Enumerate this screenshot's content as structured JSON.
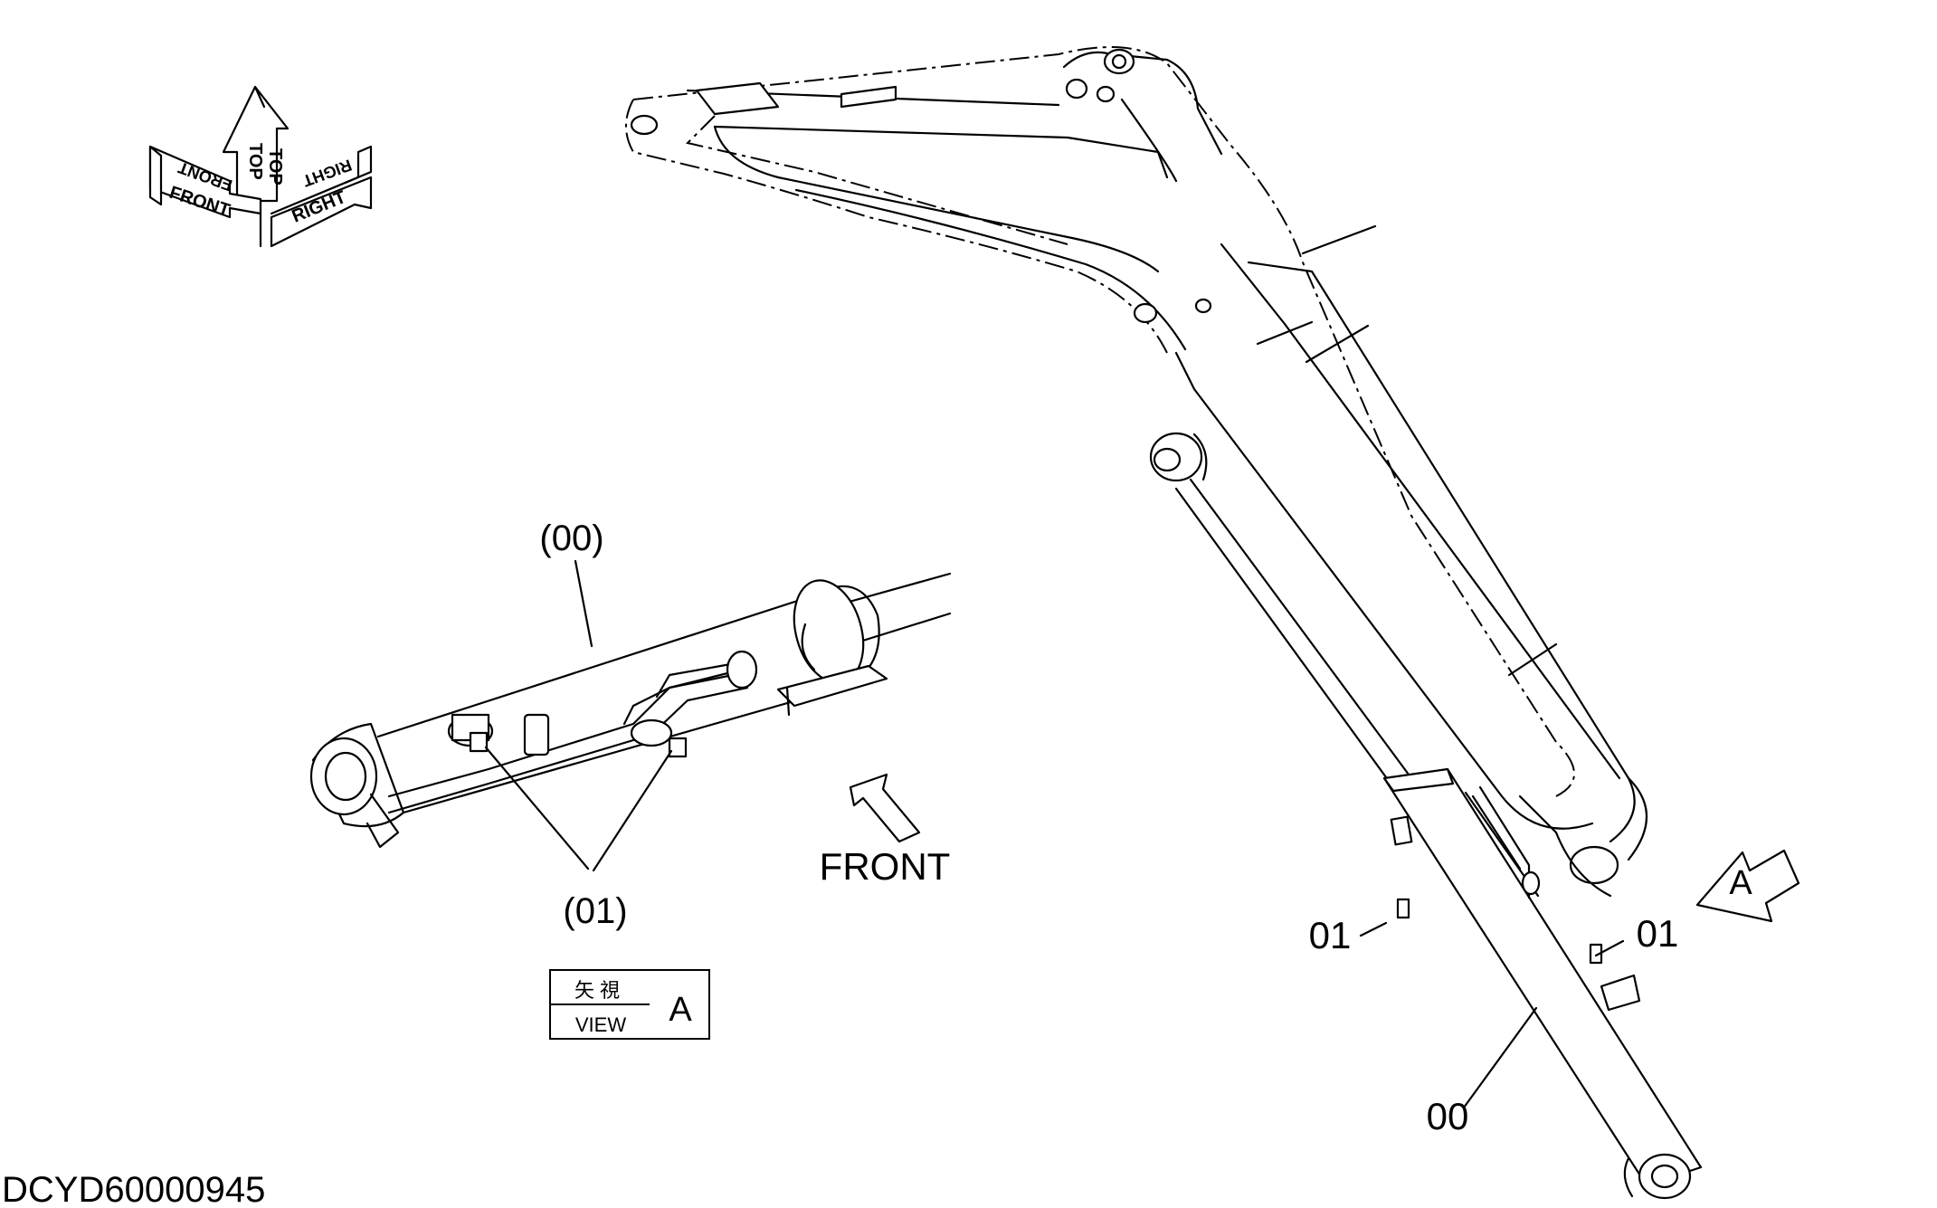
{
  "orientation_indicator": {
    "top_upper": "TOP",
    "top_lower": "TOP",
    "front_upper": "FRONT",
    "front_lower": "FRONT",
    "right_upper": "RIGHT",
    "right_lower": "RIGHT"
  },
  "detail_view": {
    "cylinder_callout": "(00)",
    "fitting_callout": "(01)",
    "front_label": "FRONT",
    "view_box": {
      "japanese": "矢 視",
      "view": "VIEW",
      "letter": "A"
    }
  },
  "main_view": {
    "fitting_callout_left": "01",
    "fitting_callout_right": "01",
    "cylinder_callout": "00",
    "view_arrow_letter": "A"
  },
  "drawing_id": "DCYD60000945"
}
